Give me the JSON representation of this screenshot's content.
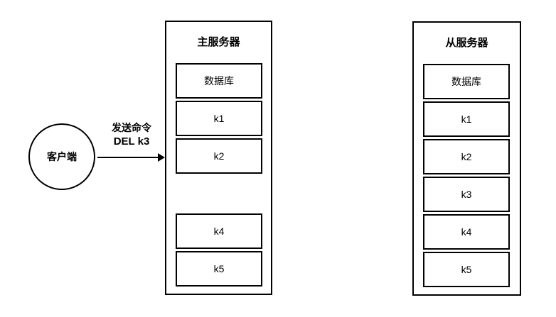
{
  "diagram": {
    "colors": {
      "stroke": "#000000",
      "background": "#ffffff",
      "text": "#000000"
    },
    "client": {
      "label": "客户端"
    },
    "command_arrow": {
      "label_line1": "发送命令",
      "label_line2": "DEL k3"
    },
    "master": {
      "title": "主服务器",
      "cells": [
        {
          "label": "数据库",
          "slot": 0
        },
        {
          "label": "k1",
          "slot": 1
        },
        {
          "label": "k2",
          "slot": 2
        },
        {
          "label": "k4",
          "slot": 4
        },
        {
          "label": "k5",
          "slot": 5
        }
      ]
    },
    "slave": {
      "title": "从服务器",
      "cells": [
        {
          "label": "数据库",
          "slot": 0
        },
        {
          "label": "k1",
          "slot": 1
        },
        {
          "label": "k2",
          "slot": 2
        },
        {
          "label": "k3",
          "slot": 3
        },
        {
          "label": "k4",
          "slot": 4
        },
        {
          "label": "k5",
          "slot": 5
        }
      ]
    }
  }
}
